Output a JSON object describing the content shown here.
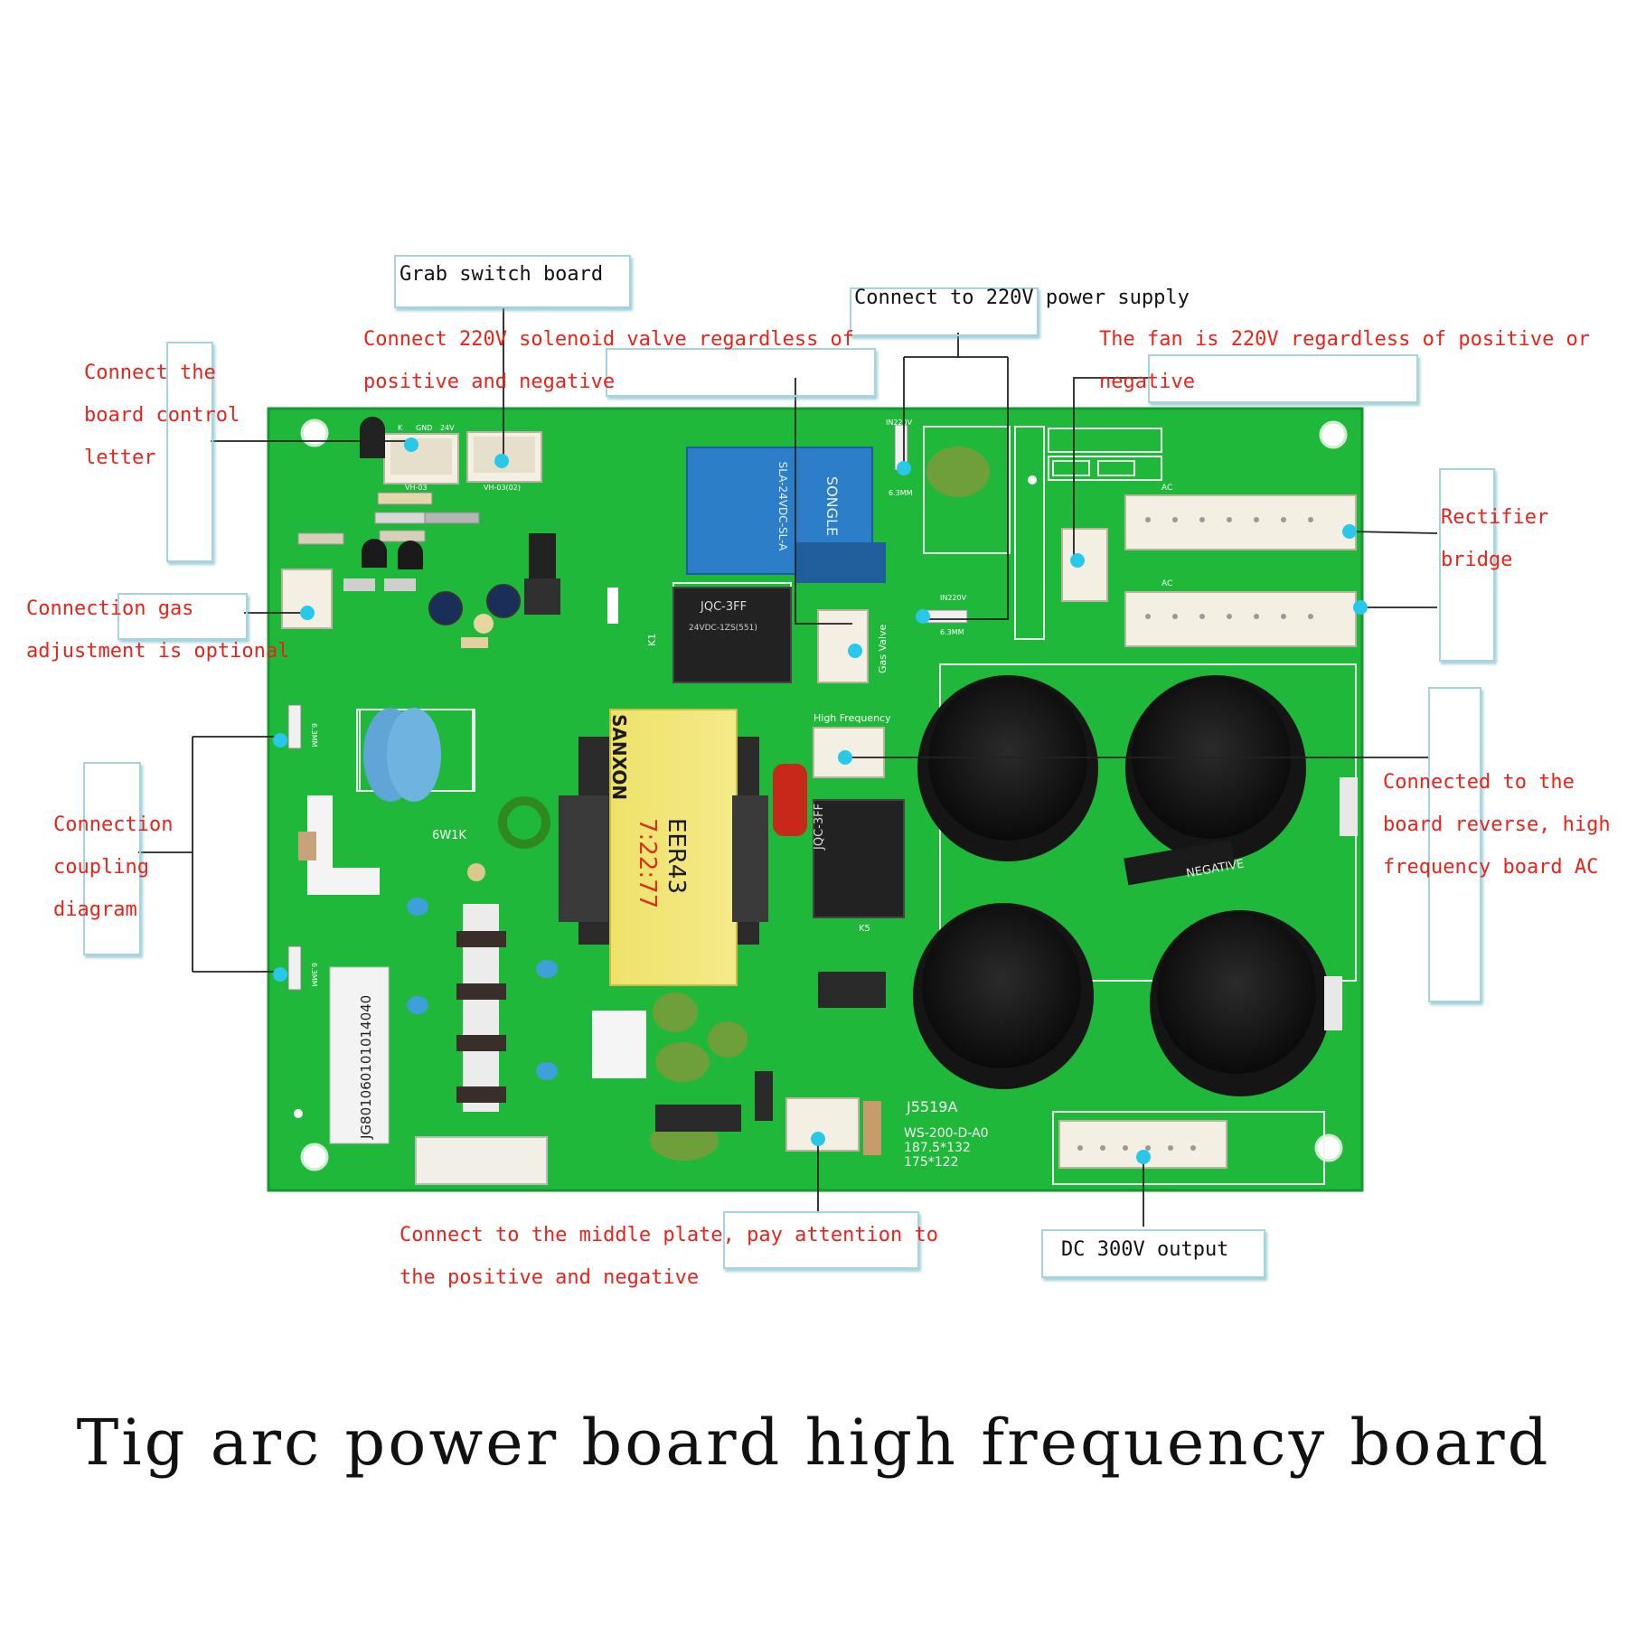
{
  "title": "Tig arc power board high frequency board",
  "colors": {
    "pcb": "#1fb83a",
    "pcb_dark": "#14952a",
    "label_red": "#e8231b",
    "label_dark": "#111111",
    "marker": "#29c8e8",
    "box_border": "#a7d3dc"
  },
  "labels": {
    "grab_switch": "Grab switch board",
    "connect_supply": "Connect to 220V power supply",
    "solenoid_1": "Connect 220V solenoid valve regardless of",
    "solenoid_2": "positive and negative",
    "fan_1": "The fan is 220V regardless of positive or",
    "fan_2": "negative",
    "board_control_1": "Connect the",
    "board_control_2": "board control",
    "board_control_3": "letter",
    "rectifier_1": "Rectifier",
    "rectifier_2": "bridge",
    "gas_1": "Connection gas",
    "gas_2": "adjustment is optional",
    "coupling_1": "Connection",
    "coupling_2": "coupling",
    "coupling_3": "diagram",
    "reverse_1": "Connected to the",
    "reverse_2": "board reverse, high",
    "reverse_3": "frequency board AC",
    "middle_1": "Connect to the middle plate, pay attention to",
    "middle_2": "the positive and negative",
    "dc_output": "DC 300V output"
  },
  "board_text": {
    "relay_brand": "SONGLE",
    "relay_model": "SLA-24VDC-SL-A",
    "relay_small_1": "JQC-3FF",
    "relay_small_2": "24VDC-1ZS(551)",
    "transformer_brand": "SANXON",
    "transformer_model": "EER43",
    "transformer_ratio": "7:22:77",
    "board_code": "J5519A",
    "board_model": "WS-200-D-A0",
    "board_size_1": "187.5*132",
    "board_size_2": "175*122",
    "barcode": "JG801060101014040",
    "in220v": "IN220V",
    "gas_valve": "Gas Valve",
    "high_frequency": "High Frequency",
    "cap_text": "NEGATIVE",
    "ac": "AC",
    "k1": "K1",
    "k5": "K5",
    "w6": "6W1K",
    "mm63": "6.3MM"
  }
}
